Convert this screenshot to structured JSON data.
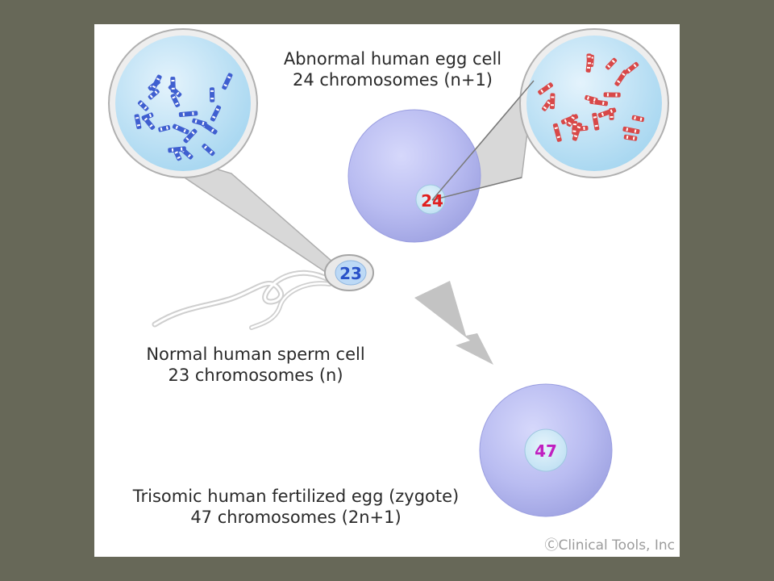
{
  "egg_label": {
    "line1": "Abnormal human egg cell",
    "line2": "24 chromosomes (n+1)"
  },
  "sperm_label": {
    "line1": "Normal human sperm cell",
    "line2": "23 chromosomes (n)"
  },
  "zygote_label": {
    "line1": "Trisomic human fertilized egg (zygote)",
    "line2": "47 chromosomes (2n+1)"
  },
  "sperm_count": "23",
  "egg_count": "24",
  "zygote_count": "47",
  "copyright": "ⒸClinical Tools, Inc",
  "colors": {
    "background": "#676858",
    "sperm_chromosome": "#3f5fd0",
    "egg_chromosome": "#d84848",
    "zygote_number": "#c020c0",
    "cell_fill": "#b4b8ee"
  }
}
